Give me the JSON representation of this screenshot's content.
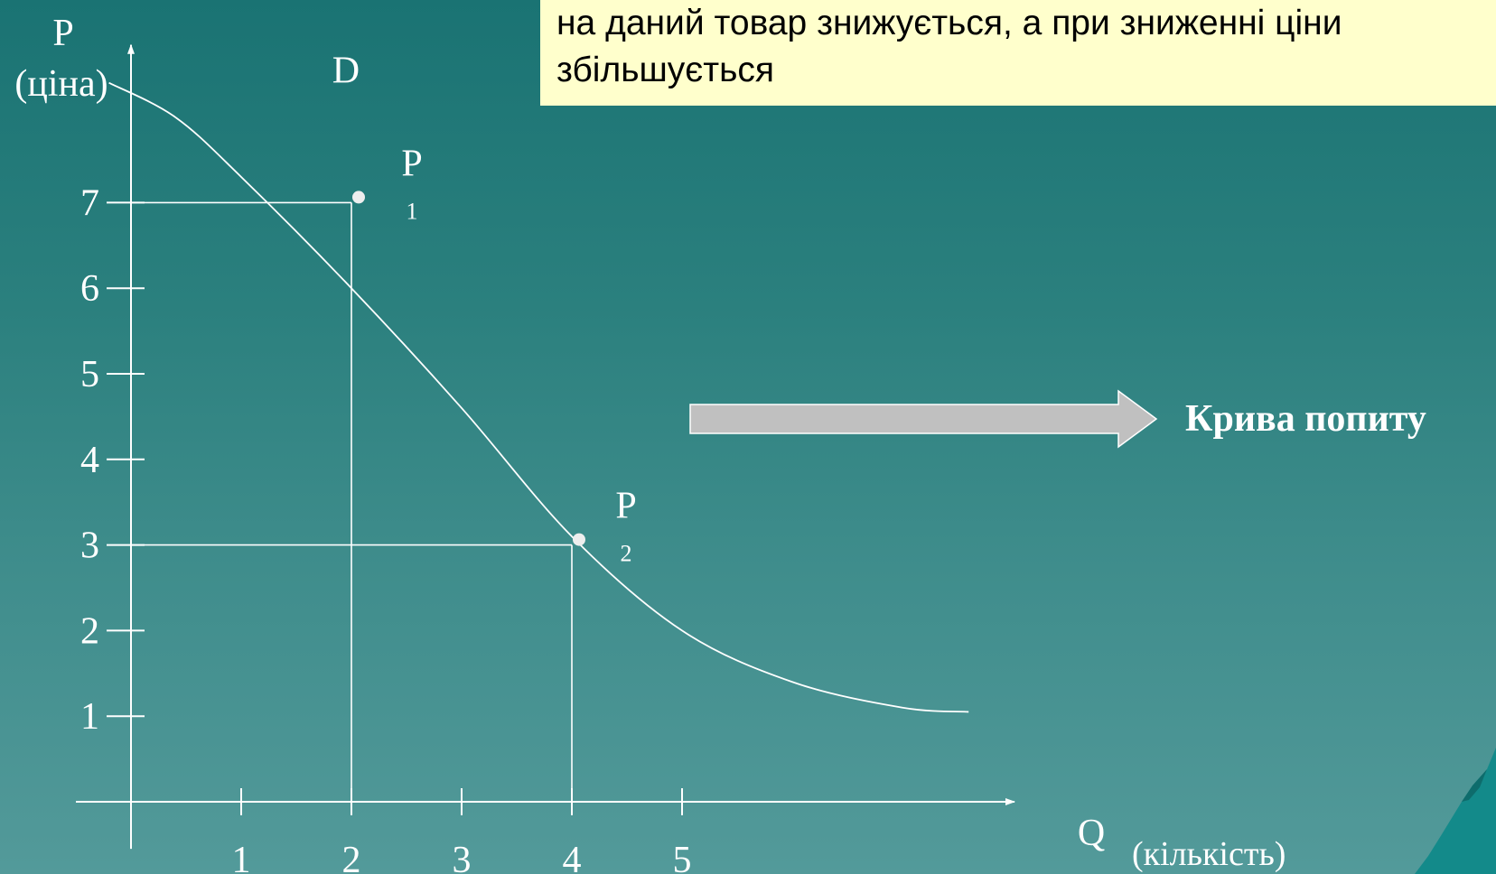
{
  "note": {
    "lines": [
      "на даний товар знижується, а при зниженні ціни",
      "збільшується"
    ]
  },
  "arrow_label": "Крива попиту",
  "colors": {
    "background_top": "#1a7373",
    "background_bottom": "#539a9a",
    "note_background": "#ffffcc",
    "line_color": "#ffffff",
    "arrow_fill": "#c0c0c0"
  },
  "chart_data": {
    "type": "line",
    "curve_label": "D",
    "y_axis": {
      "symbol": "P",
      "unit": "(ціна)",
      "ticks": [
        1,
        2,
        3,
        4,
        5,
        6,
        7
      ],
      "ylim": [
        0,
        8.8
      ]
    },
    "x_axis": {
      "symbol": "Q",
      "unit": "(кількість)",
      "ticks": [
        1,
        2,
        3,
        4,
        5
      ],
      "xlim": [
        -0.5,
        8
      ]
    },
    "series": [
      {
        "values": [
          {
            "x": -0.2,
            "y": 8.4
          },
          {
            "x": 0.4,
            "y": 8.0
          },
          {
            "x": 1.0,
            "y": 7.3
          },
          {
            "x": 2.0,
            "y": 6.0
          },
          {
            "x": 3.0,
            "y": 4.6
          },
          {
            "x": 4.0,
            "y": 3.1
          },
          {
            "x": 5.0,
            "y": 2.0
          },
          {
            "x": 6.0,
            "y": 1.4
          },
          {
            "x": 7.0,
            "y": 1.1
          },
          {
            "x": 7.6,
            "y": 1.05
          }
        ]
      }
    ],
    "points": [
      {
        "label": "P",
        "sub": "1",
        "x": 2,
        "y": 7
      },
      {
        "label": "P",
        "sub": "2",
        "x": 4,
        "y": 3
      }
    ]
  }
}
